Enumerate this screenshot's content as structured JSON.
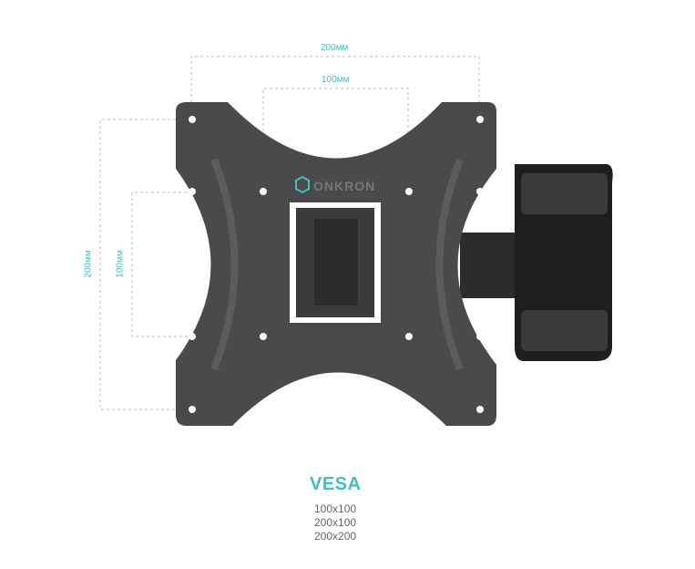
{
  "brand": "ONKRON",
  "dimensions": {
    "top_outer": "200мм",
    "top_inner": "100мм",
    "left_outer": "200мм",
    "left_inner": "100мм"
  },
  "vesa": {
    "title": "VESA",
    "sizes": [
      "100x100",
      "200x100",
      "200x200"
    ]
  },
  "colors": {
    "accent": "#3cc3c3",
    "plate": "#4a4a4c",
    "bracket": "#1e1e1e"
  }
}
